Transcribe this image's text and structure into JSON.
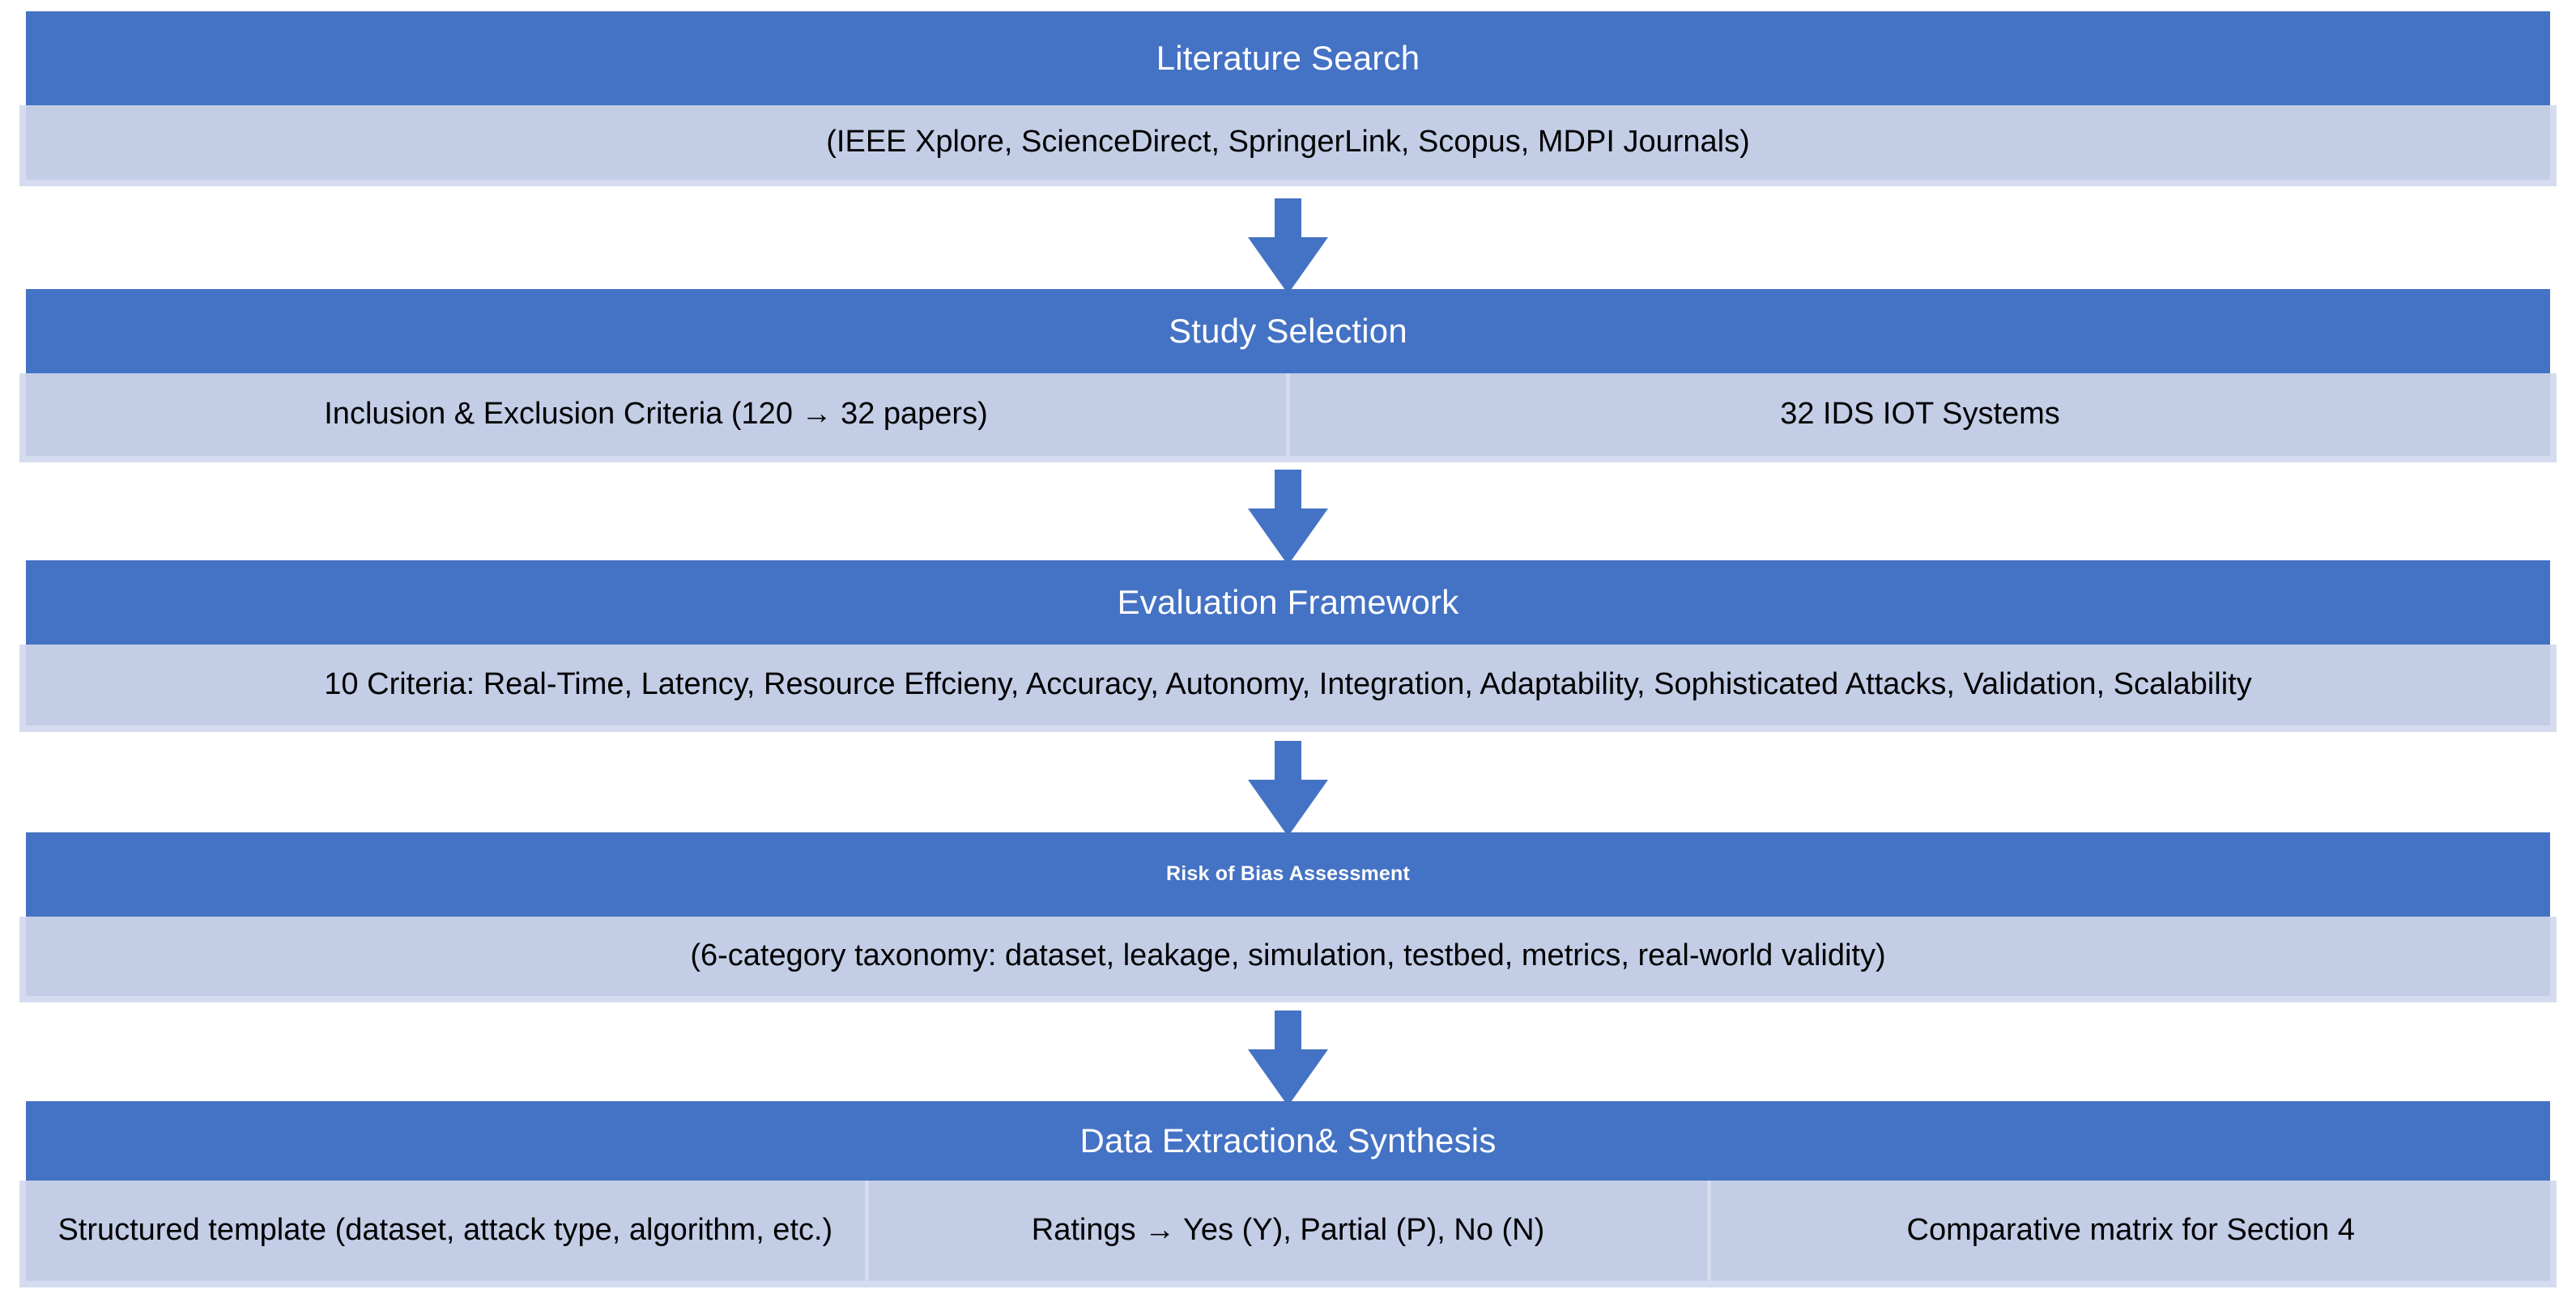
{
  "theme": {
    "header_fill": "#4472C4",
    "body_fill": "#C3CDE6",
    "body_border": "#D6DCEF",
    "header_text": "#FFFFFF",
    "body_text": "#000000",
    "arrow_fill": "#4472C4"
  },
  "diagram": {
    "type": "flowchart",
    "orientation": "vertical",
    "stages": [
      {
        "id": "literature-search",
        "title": "Literature Search",
        "cells": [
          "(IEEE Xplore, ScienceDirect, SpringerLink, Scopus, MDPI Journals)"
        ]
      },
      {
        "id": "study-selection",
        "title": "Study Selection",
        "cells": [
          "Inclusion & Exclusion Criteria (120 → 32  papers)",
          "32  IDS IOT Systems"
        ]
      },
      {
        "id": "evaluation-framework",
        "title": "Evaluation Framework",
        "cells": [
          "10 Criteria: Real-Time, Latency, Resource Effcieny, Accuracy, Autonomy, Integration, Adaptability, Sophisticated Attacks, Validation, Scalability"
        ]
      },
      {
        "id": "risk-of-bias",
        "title": "Risk of Bias Assessment",
        "cells": [
          "(6-category taxonomy: dataset, leakage, simulation, testbed, metrics, real-world validity)"
        ]
      },
      {
        "id": "data-extraction",
        "title": "Data Extraction& Synthesis",
        "cells": [
          "Structured template (dataset, attack type, algorithm, etc.)",
          "Ratings → Yes (Y), Partial (P), No (N)",
          "Comparative matrix for Section 4"
        ]
      }
    ],
    "connectors": [
      {
        "id": "arrow-1",
        "icon": "arrow-down-icon",
        "from": "literature-search",
        "to": "study-selection"
      },
      {
        "id": "arrow-2",
        "icon": "arrow-down-icon",
        "from": "study-selection",
        "to": "evaluation-framework"
      },
      {
        "id": "arrow-3",
        "icon": "arrow-down-icon",
        "from": "evaluation-framework",
        "to": "risk-of-bias"
      },
      {
        "id": "arrow-4",
        "icon": "arrow-down-icon",
        "from": "risk-of-bias",
        "to": "data-extraction"
      }
    ]
  }
}
